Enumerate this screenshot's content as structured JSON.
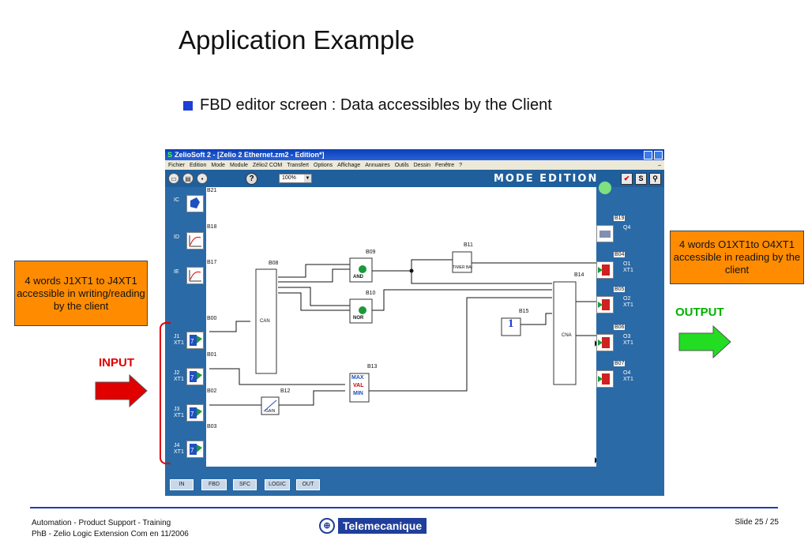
{
  "slide": {
    "title": "Application Example",
    "bullet": "FBD editor screen : Data accessibles by the Client"
  },
  "app": {
    "window_title": "ZelioSoft 2 - [Zelio 2 Ethernet.zm2 - Edition*]",
    "menu": [
      "Fichier",
      "Edition",
      "Mode",
      "Module",
      "Zélio2 COM",
      "Transfert",
      "Options",
      "Affichage",
      "Annuaires",
      "Outils",
      "Dessin",
      "Fenêtre",
      "?"
    ],
    "menu_min": "–",
    "toolbar": {
      "zoom": "100%",
      "mode_label": "MODE EDITION",
      "help": "?",
      "s_button": "S"
    },
    "left_labels": [
      {
        "name": "IC",
        "block": "B21"
      },
      {
        "name": "ID",
        "block": "B18"
      },
      {
        "name": "IE",
        "block": "B17"
      },
      {
        "name": "J1\nXT1",
        "block": "B00"
      },
      {
        "name": "J2\nXT1",
        "block": "B01"
      },
      {
        "name": "J3\nXT1",
        "block": "B02"
      },
      {
        "name": "J4\nXT1",
        "block": "B03"
      }
    ],
    "right_labels": [
      {
        "block": "B19",
        "name": "Q4"
      },
      {
        "block": "B04",
        "name": "O1\nXT1"
      },
      {
        "block": "B05",
        "name": "O2\nXT1"
      },
      {
        "block": "B06",
        "name": "O3\nXT1"
      },
      {
        "block": "B07",
        "name": "O4\nXT1"
      }
    ],
    "blocks": {
      "b08": "B08",
      "can": "CAN",
      "b09": "B09",
      "and": "AND",
      "b10": "B10",
      "nor": "NOR",
      "b11": "B11",
      "timer": "TIMER BAI",
      "b12": "B12",
      "gain": "GAIN",
      "b13": "B13",
      "max": "MAX",
      "val": "VAL",
      "min": "MIN",
      "b14": "B14",
      "cna": "CNA",
      "b15": "B15",
      "const": "1"
    },
    "tabs": [
      "IN",
      "FBD",
      "SFC",
      "LOGIC",
      "OUT"
    ]
  },
  "callouts": {
    "input_text": "4 words J1XT1 to J4XT1 accessible in writing/reading by the client",
    "output_text": "4 words O1XT1to O4XT1 accessible in reading by the client",
    "input_label": "INPUT",
    "output_label": "OUTPUT"
  },
  "footer": {
    "line1": "Automation - Product Support - Training",
    "line2": "PhB - Zelio Logic Extension Com en  11/2006",
    "brand": "Telemecanique",
    "slide_no": "Slide 25 / 25"
  },
  "colors": {
    "accent_blue": "#1d3fd6",
    "callout_orange": "#ff8c00",
    "input_red": "#e00000",
    "output_green": "#00cc00",
    "app_blue": "#2a6aa6"
  }
}
